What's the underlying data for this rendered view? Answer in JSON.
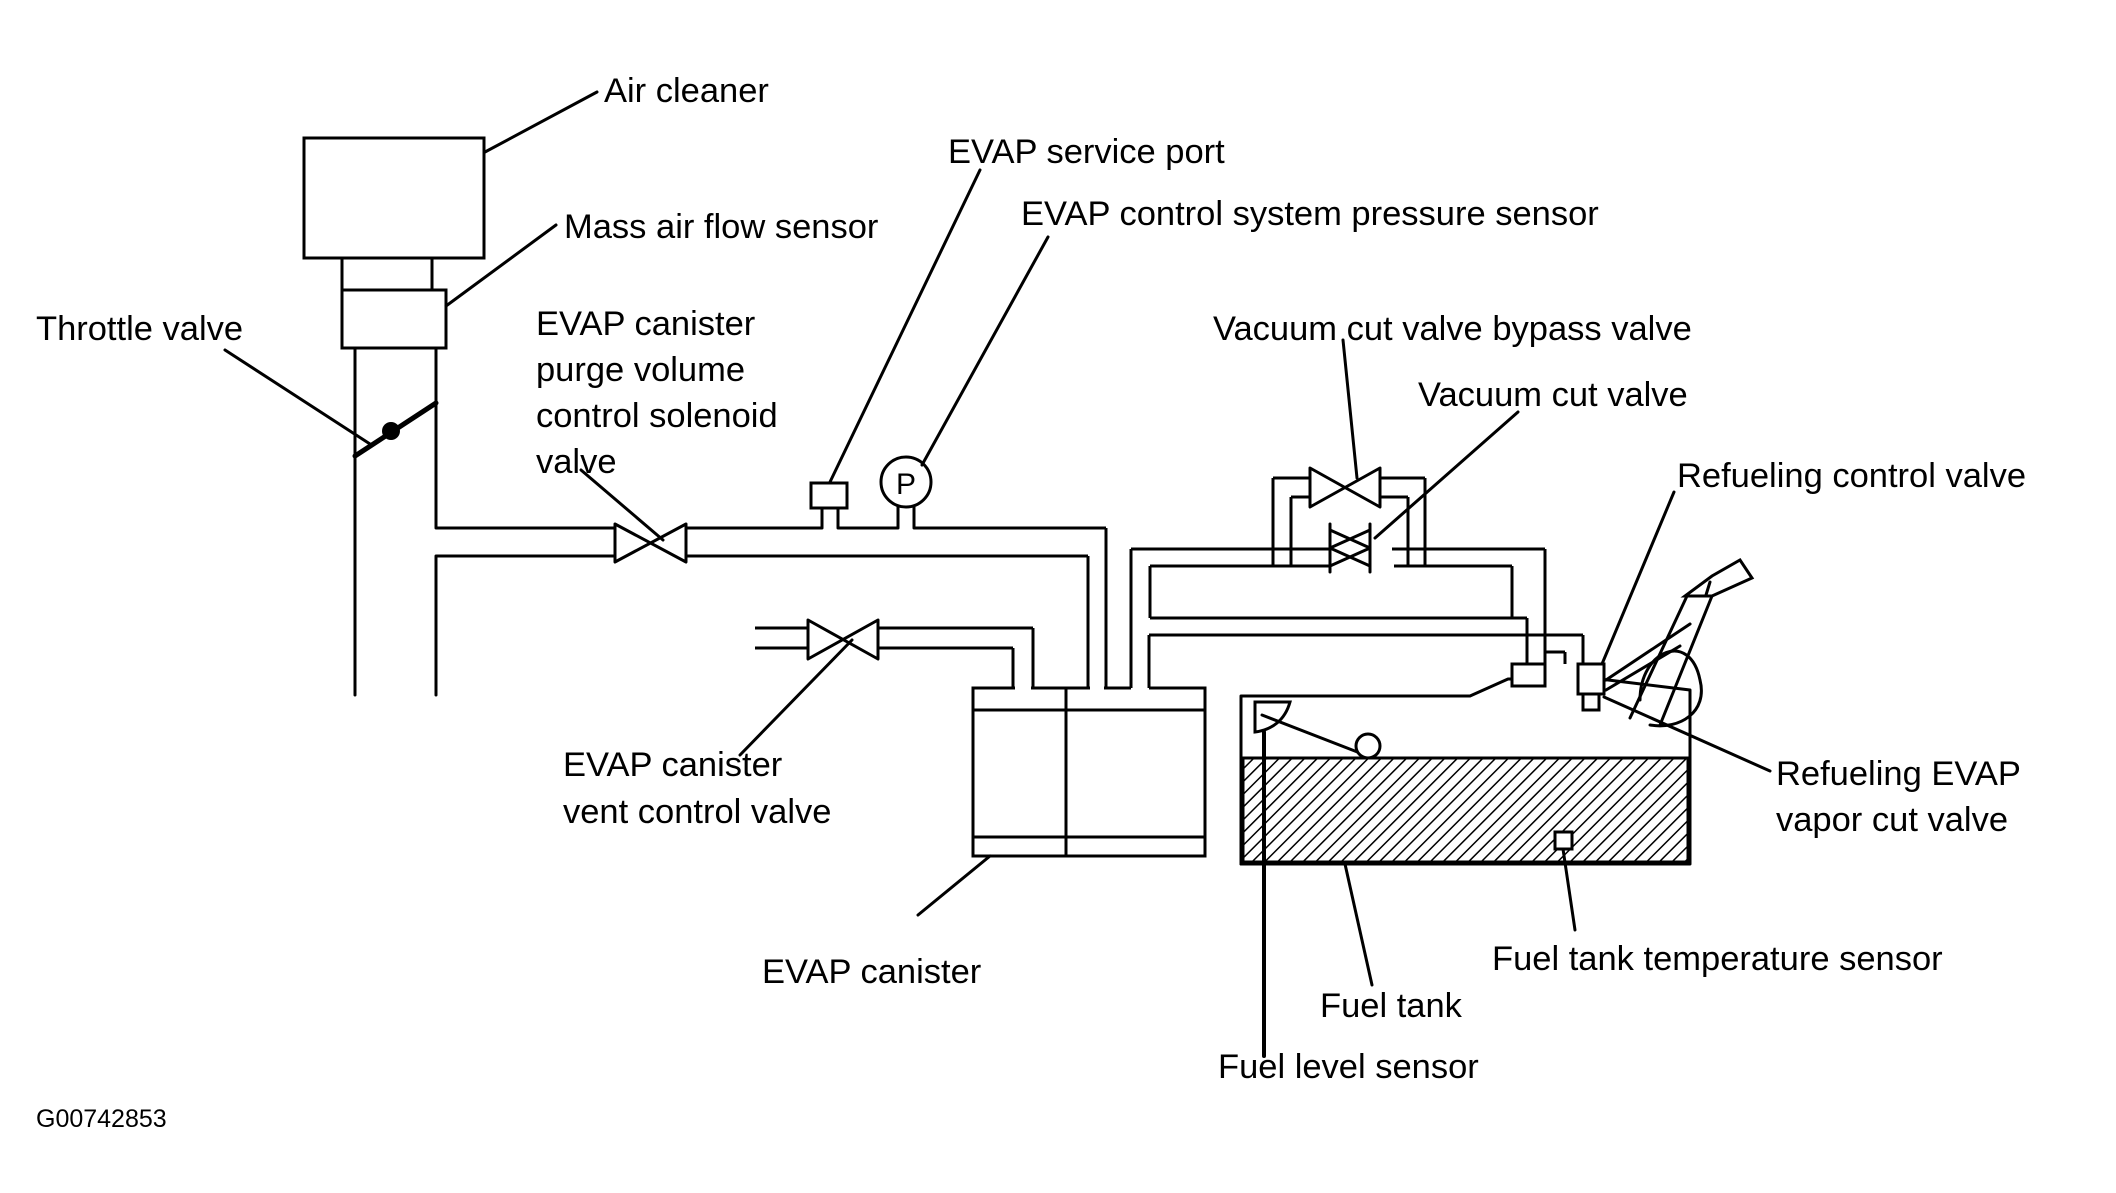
{
  "labels": {
    "air_cleaner": "Air cleaner",
    "mass_air_flow_sensor": "Mass air flow sensor",
    "throttle_valve": "Throttle valve",
    "evap_service_port": "EVAP service port",
    "evap_pressure_sensor": "EVAP control system pressure sensor",
    "purge_valve": [
      "EVAP canister",
      "purge volume",
      "control solenoid",
      "valve"
    ],
    "vacuum_cut_bypass_valve": "Vacuum cut valve bypass valve",
    "vacuum_cut_valve": "Vacuum cut valve",
    "refueling_control_valve": "Refueling control valve",
    "vent_control_valve": [
      "EVAP canister",
      "vent control valve"
    ],
    "refueling_evap_vapor_cut_valve": [
      "Refueling EVAP",
      "vapor cut valve"
    ],
    "evap_canister": "EVAP canister",
    "fuel_tank_temperature_sensor": "Fuel tank temperature sensor",
    "fuel_tank": "Fuel tank",
    "fuel_level_sensor": "Fuel level sensor"
  },
  "pressure_sensor_symbol": "P",
  "figure_code": "G00742853",
  "colors": {
    "line": "#000000",
    "background": "#ffffff"
  }
}
